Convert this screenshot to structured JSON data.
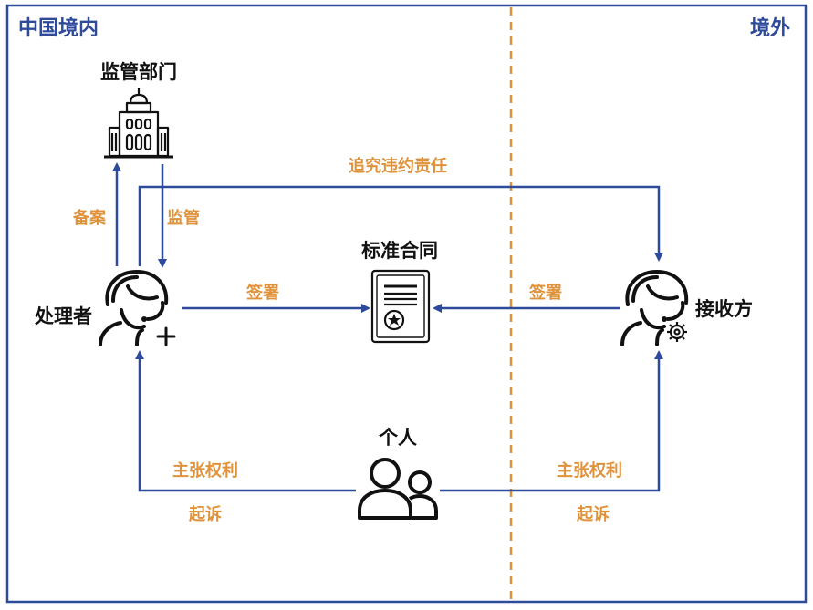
{
  "regions": {
    "domestic": "中国境内",
    "overseas": "境外"
  },
  "nodes": {
    "regulator": {
      "label": "监管部门",
      "icon": "office-building-icon"
    },
    "contract": {
      "label": "标准合同",
      "icon": "certificate-document-icon"
    },
    "processor": {
      "label": "处理者",
      "icon": "person-add-icon"
    },
    "recipient": {
      "label": "接收方",
      "icon": "person-gear-icon"
    },
    "individual": {
      "label": "个人",
      "icon": "people-group-icon"
    }
  },
  "edges": {
    "filing": "备案",
    "supervision": "监管",
    "liability": "追究违约责任",
    "sign_left": "签署",
    "sign_right": "签署",
    "claim_left": "主张权利",
    "sue_left": "起诉",
    "claim_right": "主张权利",
    "sue_right": "起诉"
  },
  "colors": {
    "frame": "#2e4a9a",
    "arrow": "#2e4a9a",
    "edge_label": "#e0923a",
    "divider": "#e0923a",
    "icon": "#111111"
  }
}
